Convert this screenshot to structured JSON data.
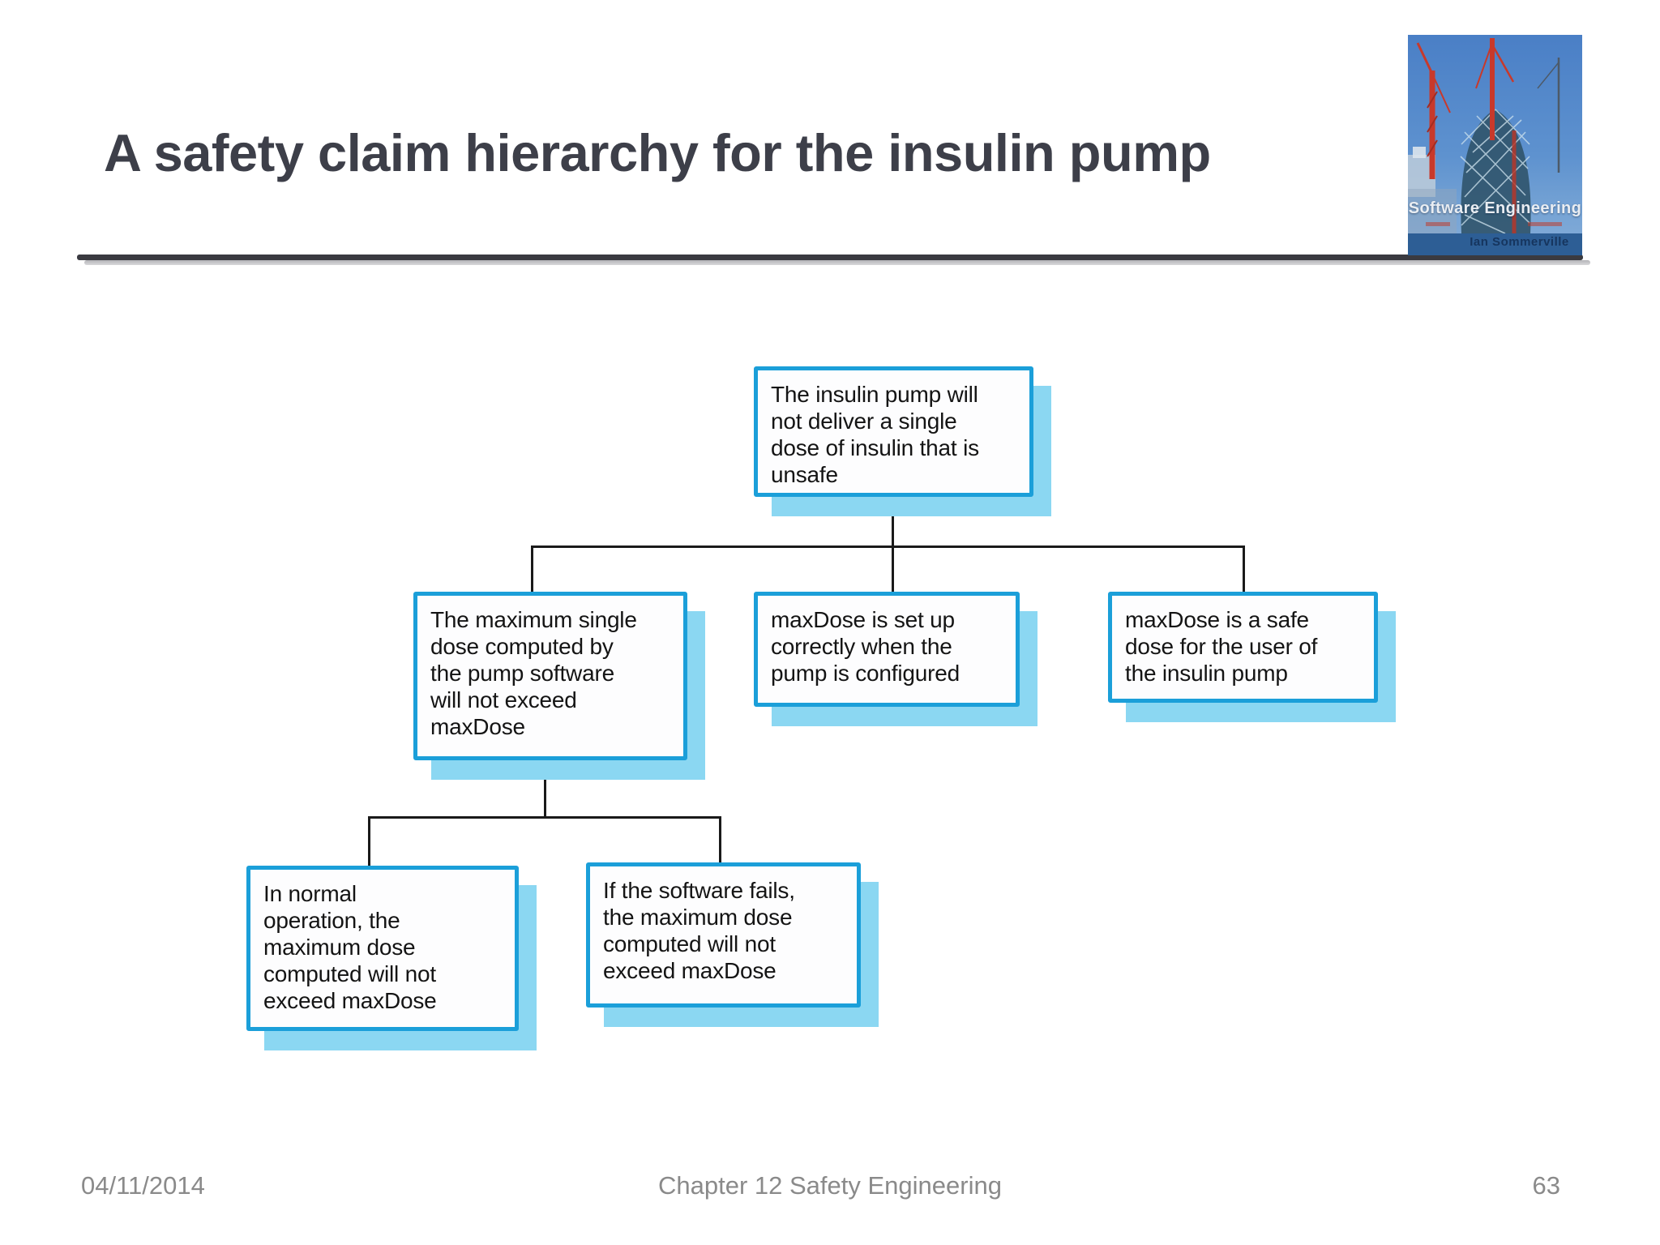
{
  "slide": {
    "title": "A safety claim hierarchy for the insulin pump",
    "footer": {
      "date": "04/11/2014",
      "chapter": "Chapter 12 Safety Engineering",
      "page": "63"
    }
  },
  "cover": {
    "title": "Software Engineering",
    "author": "Ian Sommerville"
  },
  "colors": {
    "node_border": "#1b9fd9",
    "node_shadow": "#8bd7f2",
    "node_fill": "#fdfdfe",
    "connector": "#1a1a1a",
    "title_text": "#3d3f49",
    "footer_text": "#8a8a8a",
    "divider": "#3a3a40",
    "cover_band": "#2d5e95"
  },
  "diagram": {
    "nodes": [
      {
        "id": "root",
        "text": "The insulin pump will\nnot deliver a single\ndose of insulin that is\nunsafe"
      },
      {
        "id": "max-single-dose",
        "text": "The maximum single\ndose computed by\nthe pump software\nwill not exceed\nmaxDose"
      },
      {
        "id": "maxdose-setup",
        "text": "maxDose is set up\ncorrectly when the\npump is configured"
      },
      {
        "id": "maxdose-safe",
        "text": "maxDose is a safe\ndose for the user of\nthe insulin pump"
      },
      {
        "id": "normal-operation",
        "text": "In normal\noperation, the\nmaximum dose\ncomputed will not\nexceed maxDose"
      },
      {
        "id": "software-fails",
        "text": "If the software fails,\nthe maximum dose\ncomputed will not\nexceed maxDose"
      }
    ]
  }
}
